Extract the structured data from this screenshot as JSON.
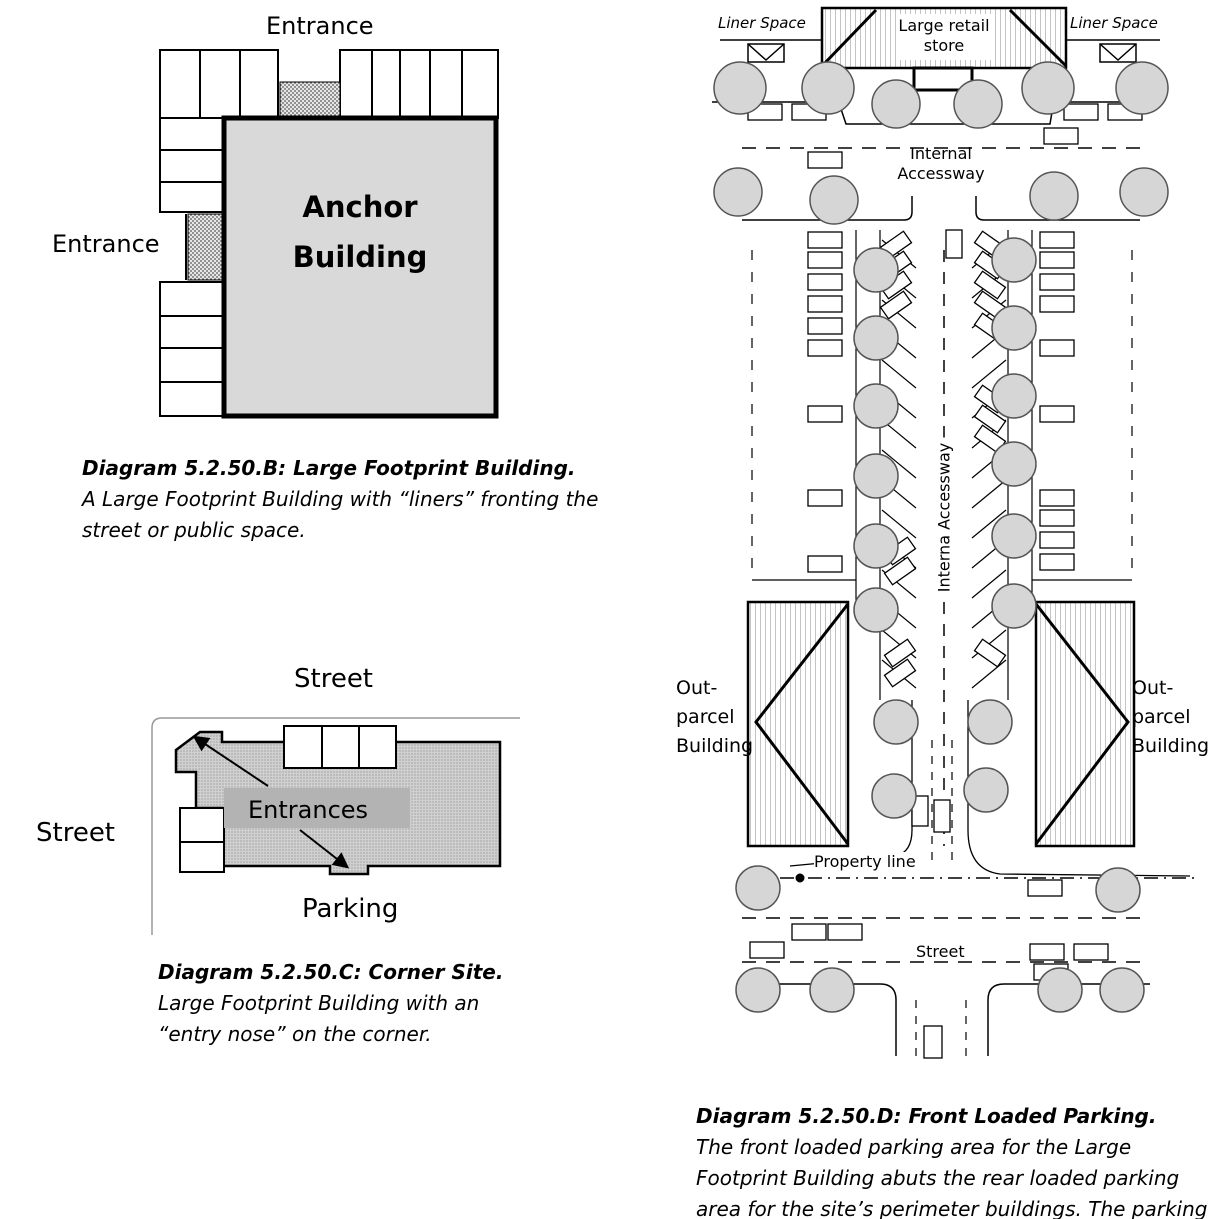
{
  "diagram_b": {
    "entrance_top": "Entrance",
    "entrance_left": "Entrance",
    "anchor_line1": "Anchor",
    "anchor_line2": "Building",
    "caption_title": "Diagram 5.2.50.B: Large Footprint Building.",
    "caption_text": "A Large Footprint Building with “liners” fronting the street or public space."
  },
  "diagram_c": {
    "street_top": "Street",
    "street_left": "Street",
    "entrances": "Entrances",
    "parking": "Parking",
    "caption_title": "Diagram 5.2.50.C: Corner Site.",
    "caption_text": "Large Footprint Building with an “entry nose” on the corner."
  },
  "diagram_d": {
    "liner_space_left": "Liner Space",
    "liner_space_right": "Liner Space",
    "large_retail_line1": "Large retail",
    "large_retail_line2": "store",
    "internal_accessway_line1": "Internal",
    "internal_accessway_line2": "Accessway",
    "internal_accessway_vertical": "Interna Accessway",
    "outparcel_left": [
      "Out-",
      "parcel",
      "Building"
    ],
    "outparcel_right": [
      "Out-",
      "parcel",
      "Building"
    ],
    "property_line": "Property line",
    "street": "Street",
    "caption_title": "Diagram 5.2.50.D: Front Loaded Parking.",
    "caption_text": "The front loaded parking area for the Large Footprint Building abuts the rear loaded parking area for the site’s perimeter buildings. The parking is shared."
  }
}
